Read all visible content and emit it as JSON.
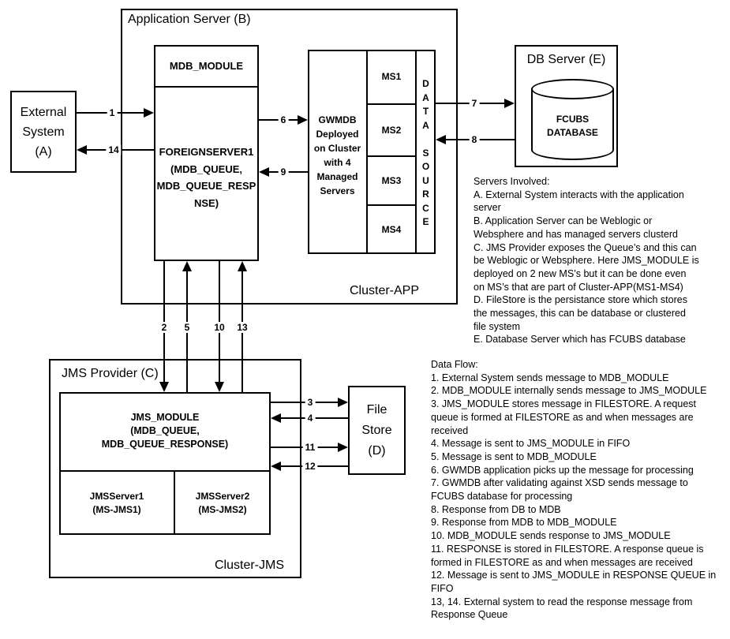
{
  "nodes": {
    "external_system": {
      "lines": [
        "External",
        "System",
        "(A)"
      ]
    },
    "app_server": {
      "title": "Application Server (B)",
      "cluster": "Cluster-APP"
    },
    "mdb_module": {
      "label": "MDB_MODULE"
    },
    "foreign_server": {
      "lines": [
        "FOREIGNSERVER1",
        "(MDB_QUEUE,",
        "MDB_QUEUE_RESP",
        "NSE)"
      ]
    },
    "gwmdb": {
      "lines": [
        "GWMDB",
        "Deployed",
        "on Cluster",
        "with 4",
        "Managed",
        "Servers"
      ]
    },
    "managed_servers": [
      "MS1",
      "MS2",
      "MS3",
      "MS4"
    ],
    "data_source": {
      "letters": [
        "D",
        "A",
        "T",
        "A",
        "",
        "S",
        "O",
        "U",
        "R",
        "C",
        "E"
      ]
    },
    "db_server": {
      "title": "DB Server (E)",
      "database_lines": [
        "FCUBS",
        "DATABASE"
      ]
    },
    "jms_provider": {
      "title": "JMS Provider (C)",
      "cluster": "Cluster-JMS"
    },
    "jms_module": {
      "lines": [
        "JMS_MODULE",
        "(MDB_QUEUE,",
        "MDB_QUEUE_RESPONSE)"
      ]
    },
    "jms_server1": {
      "lines": [
        "JMSServer1",
        "(MS-JMS1)"
      ]
    },
    "jms_server2": {
      "lines": [
        "JMSServer2",
        "(MS-JMS2)"
      ]
    },
    "file_store": {
      "lines": [
        "File",
        "Store",
        "(D)"
      ]
    }
  },
  "arrows": {
    "a1": "1",
    "a2": "2",
    "a3": "3",
    "a4": "4",
    "a5": "5",
    "a6": "6",
    "a7": "7",
    "a8": "8",
    "a9": "9",
    "a10": "10",
    "a11": "11",
    "a12": "12",
    "a13": "13",
    "a14": "14"
  },
  "notes": {
    "servers_involved": [
      "Servers Involved:",
      "A. External System interacts with the application",
      "server",
      "B. Application Server can be Weblogic or",
      "Websphere and has managed servers clusterd",
      "C. JMS Provider exposes the Queue’s and this can",
      "be Weblogic or Websphere. Here JMS_MODULE is",
      "deployed on 2 new MS’s but it can be done even",
      "on MS’s that are part of Cluster-APP(MS1-MS4)",
      "D. FileStore is the persistance store which stores",
      "the messages, this can be database or clustered",
      "file system",
      "E. Database Server which has FCUBS database"
    ],
    "data_flow": [
      "Data Flow:",
      "1. External System sends message to MDB_MODULE",
      "2. MDB_MODULE internally sends message to JMS_MODULE",
      "3. JMS_MODULE stores message in FILESTORE. A request",
      "queue is formed at FILESTORE as and when messages are",
      "received",
      "4. Message is sent to JMS_MODULE in FIFO",
      "5. Message is sent to MDB_MODULE",
      "6. GWMDB application picks up the message for processing",
      "7. GWMDB after validating against XSD sends message to",
      "FCUBS database for processing",
      "8. Response from DB to MDB",
      "9. Response from MDB to MDB_MODULE",
      "10. MDB_MODULE sends response to JMS_MODULE",
      "11. RESPONSE is stored in FILESTORE. A response queue is",
      "formed in FILESTORE as and when messages are received",
      "12. Message is sent to JMS_MODULE in RESPONSE QUEUE in",
      "FIFO",
      "13, 14. External system to read the response message from",
      "Response Queue"
    ]
  },
  "colors": {
    "line": "#000000",
    "background": "#ffffff"
  }
}
